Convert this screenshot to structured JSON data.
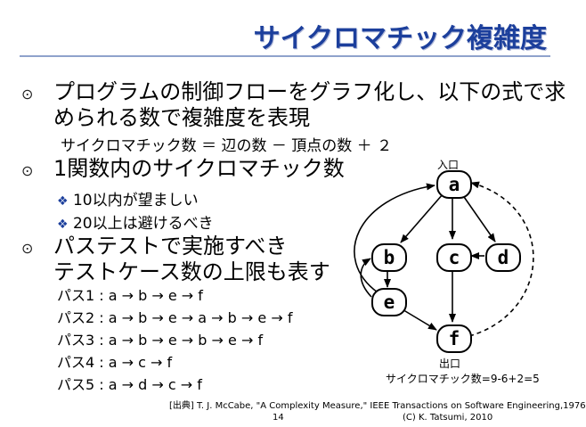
{
  "title": "サイクロマチック複雑度",
  "bullet_icon": "circled-dot-icon",
  "sub_bullet_icon": "diamond-flower-icon",
  "bullets": [
    {
      "lines": [
        "プログラムの制御フローをグラフ化し、以下の式で求",
        "められる数で複雑度を表現"
      ]
    },
    {
      "lines": [
        "1関数内のサイクロマチック数"
      ]
    },
    {
      "lines": [
        "パステストで実施すべき",
        "テストケース数の上限も表す"
      ]
    }
  ],
  "formula": "サイクロマチック数 ＝ 辺の数 － 頂点の数 ＋ ２",
  "sub_bullets": [
    "10以内が望ましい",
    "20以上は避けるべき"
  ],
  "paths": [
    "パス1 : a → b → e → f",
    "パス2 : a → b → e → a → b → e → f",
    "パス3 : a → b → e → b → e → f",
    "パス4 : a → c → f",
    "パス5 : a → d → c → f"
  ],
  "graph": {
    "entry_label": "入口",
    "exit_label": "出口",
    "nodes": [
      "a",
      "b",
      "c",
      "d",
      "e",
      "f"
    ],
    "result": "サイクロマチック数=9-6+2=5"
  },
  "footer": {
    "source": "[出典] T. J. McCabe, \"A Complexity Measure,\" IEEE Transactions on Software Engineering,1976",
    "page": "14",
    "copyright": "(C) K. Tatsumi, 2010"
  }
}
